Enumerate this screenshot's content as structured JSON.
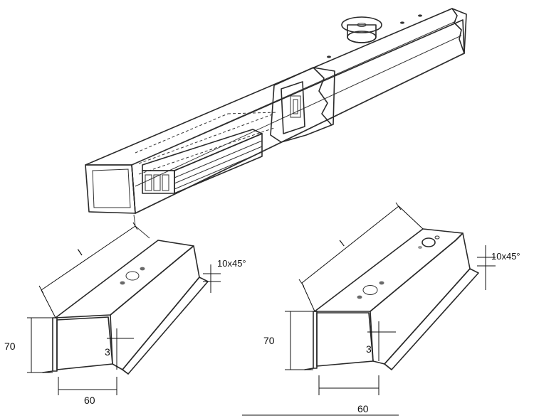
{
  "colors": {
    "outline": "#2a2a2a",
    "face_light": "#f3f3f3",
    "face_mid": "#e2e2e2",
    "face_shadow": "#c4c4c4",
    "background": "#ffffff"
  },
  "left_profile": {
    "length_label": "l",
    "chamfer_label": "10x45°",
    "height_label": "70",
    "thickness_label": "3",
    "width_label": "60"
  },
  "right_profile": {
    "length_label": "l",
    "chamfer_label": "10x45°",
    "height_label": "70",
    "thickness_label": "3",
    "width_label": "60"
  }
}
